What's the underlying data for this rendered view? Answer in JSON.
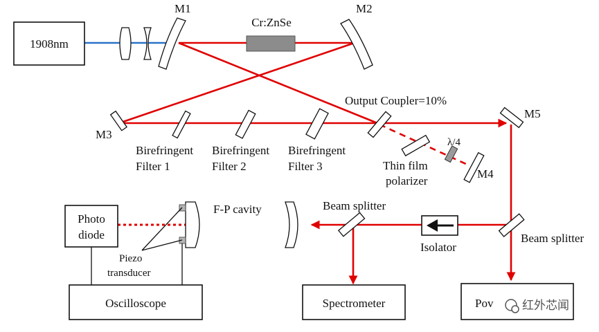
{
  "labels": {
    "laser_source": "1908nm",
    "crystal": "Cr:ZnSe",
    "m1": "M1",
    "m2": "M2",
    "m3": "M3",
    "m4": "M4",
    "m5": "M5",
    "bf1_line1": "Birefringent",
    "bf1_line2": "Filter 1",
    "bf2_line1": "Birefringent",
    "bf2_line2": "Filter 2",
    "bf3_line1": "Birefringent",
    "bf3_line2": "Filter 3",
    "output_coupler": "Output Coupler=10%",
    "quarter_wave": "λ/4",
    "polarizer_line1": "Thin film",
    "polarizer_line2": "polarizer",
    "photodiode_line1": "Photo",
    "photodiode_line2": "diode",
    "fp_cavity": "F-P cavity",
    "beam_splitter_top": "Beam splitter",
    "beam_splitter_right": "Beam splitter",
    "isolator": "Isolator",
    "piezo_line1": "Piezo",
    "piezo_line2": "transducer",
    "oscilloscope": "Oscilloscope",
    "spectrometer": "Spectrometer",
    "power_meter": "Pov",
    "watermark": "红外芯闻"
  },
  "colors": {
    "laser_beam": "#e00000",
    "pump_beam": "#2a72c8"
  }
}
